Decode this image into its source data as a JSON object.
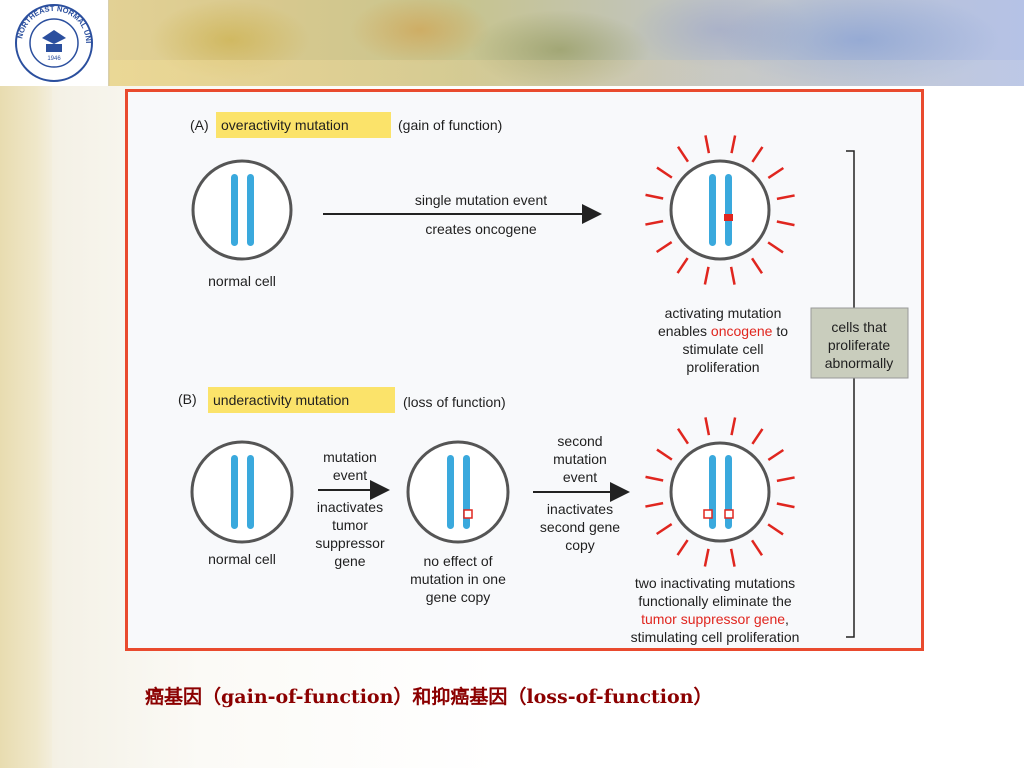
{
  "caption": "癌基因（gain-of-function）和抑癌基因（loss-of-function）",
  "logo": {
    "text": "NORTHEAST NORMAL UNIVERSITY",
    "year": "1946"
  },
  "panel_a": {
    "tag": "(A)",
    "title": "overactivity mutation",
    "subtitle": "(gain of function)",
    "cell_label": "normal cell",
    "arrow_line1": "single mutation event",
    "arrow_line2": "creates oncogene",
    "result_line1": "activating mutation",
    "result_line2_pre": "enables",
    "result_line2_red": "oncogene",
    "result_line2_post": "to",
    "result_line3": "stimulate cell",
    "result_line4": "proliferation"
  },
  "panel_b": {
    "tag": "(B)",
    "title": "underactivity mutation",
    "subtitle": "(loss of function)",
    "cell_label": "normal cell",
    "arrow1_top1": "mutation",
    "arrow1_top2": "event",
    "arrow1_bot1": "inactivates",
    "arrow1_bot2": "tumor",
    "arrow1_bot3": "suppressor",
    "arrow1_bot4": "gene",
    "mid_label1": "no effect of",
    "mid_label2": "mutation in one",
    "mid_label3": "gene copy",
    "arrow2_top1": "second",
    "arrow2_top2": "mutation",
    "arrow2_top3": "event",
    "arrow2_bot1": "inactivates",
    "arrow2_bot2": "second gene",
    "arrow2_bot3": "copy",
    "result_line1": "two inactivating mutations",
    "result_line2": "functionally eliminate the",
    "result_line3_red": "tumor suppressor gene",
    "result_line3_post": ",",
    "result_line4": "stimulating cell proliferation"
  },
  "side_box": {
    "line1": "cells that",
    "line2": "proliferate",
    "line3": "abnormally"
  },
  "colors": {
    "frame": "#e94a2e",
    "chromosome": "#3aa9dd",
    "highlight": "#fbe36a",
    "mutation": "#e0261f",
    "side_box": "#c9cdbd",
    "caption": "#8b0000"
  }
}
